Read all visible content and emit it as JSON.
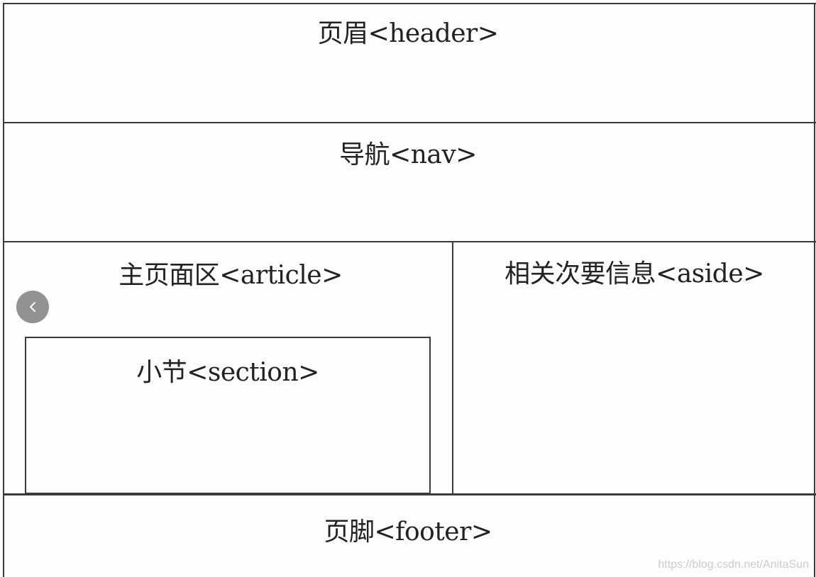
{
  "diagram": {
    "header": {
      "label": "页眉<header>"
    },
    "nav": {
      "label": "导航<nav>"
    },
    "article": {
      "label": "主页面区<article>",
      "section": {
        "label": "小节<section>"
      }
    },
    "aside": {
      "label": "相关次要信息<aside>"
    },
    "footer": {
      "label": "页脚<footer>"
    }
  },
  "controls": {
    "prev_icon": "chevron-left-icon"
  },
  "watermark": {
    "text": "https://blog.csdn.net/AnitaSun"
  },
  "colors": {
    "line": "#3a3a3a",
    "background": "#fdfdfd",
    "control": "#6e6e6e"
  }
}
